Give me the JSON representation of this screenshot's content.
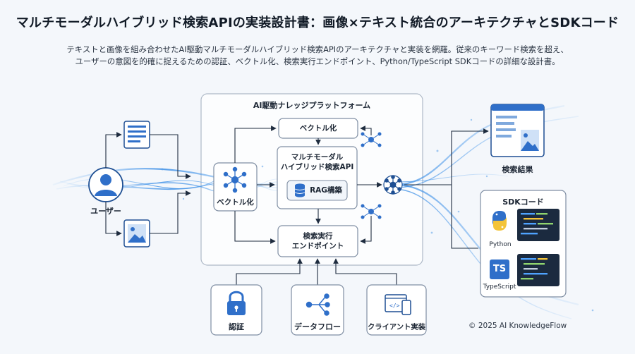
{
  "header": {
    "title": "マルチモーダルハイブリッド検索APIの実装設計書：画像×テキスト統合のアーキテクチャとSDKコード",
    "subtitle_line1": "テキストと画像を組み合わせたAI駆動マルチモーダルハイブリッド検索APIのアーキテクチャと実装を網羅。従来のキーワード検索を超え、",
    "subtitle_line2": "ユーザーの意図を的確に捉えるための認証、ベクトル化、検索実行エンドポイント、Python/TypeScript SDKコードの詳細な設計書。"
  },
  "diagram": {
    "platform_label": "AI駆動ナレッジプラットフォーム",
    "user_label": "ユーザー",
    "left_vectorize_label": "ベクトル化",
    "top_vectorize_label": "ベクトル化",
    "api_label_line1": "マルチモーダル",
    "api_label_line2": "ハイブリッド検索API",
    "rag_label": "RAG構築",
    "endpoint_label_line1": "検索実行",
    "endpoint_label_line2": "エンドポイント",
    "auth_label": "認証",
    "dataflow_label": "データフロー",
    "client_label": "クライアント実装",
    "results_label": "検索結果",
    "sdk_label": "SDKコード",
    "python_label": "Python",
    "typescript_label": "TypeScript",
    "ts_badge": "TS"
  },
  "icons": [
    "document-icon",
    "image-icon",
    "user-icon",
    "network-icon",
    "database-icon",
    "lock-icon",
    "flow-icon",
    "device-icon",
    "results-icon",
    "python-icon",
    "code-icon"
  ],
  "colors": {
    "accent": "#2f6fc9",
    "dark": "#1e4f93",
    "light_blue": "#cfe1f7",
    "stream": "#3d8fe6"
  },
  "footer": {
    "copyright": "© 2025 AI KnowledgeFlow"
  }
}
